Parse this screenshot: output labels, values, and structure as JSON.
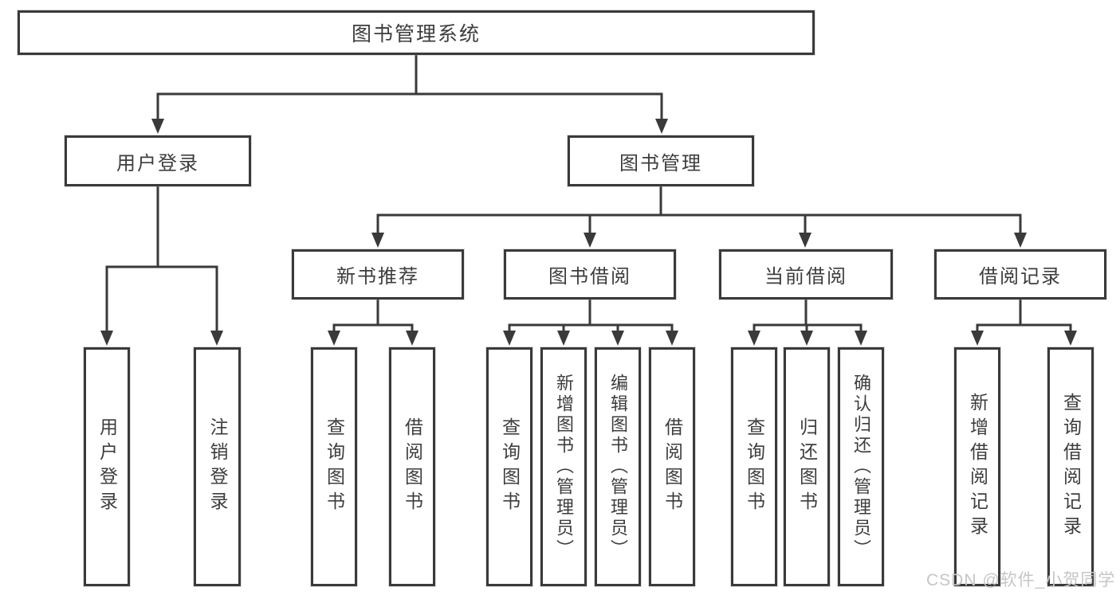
{
  "colors": {
    "line": "#3a3a3a",
    "text": "#3d3d3d",
    "boxbg": "#ffffff",
    "watermark": "#c6c6c6"
  },
  "watermark": {
    "text": "CSDN @软件_小贺同学"
  },
  "nodes": {
    "root": {
      "label": "图书管理系统"
    },
    "user_login": {
      "label": "用户登录"
    },
    "book_mgmt": {
      "label": "图书管理"
    },
    "new_book_rec": {
      "label": "新书推荐"
    },
    "book_borrow": {
      "label": "图书借阅"
    },
    "current_borrow": {
      "label": "当前借阅"
    },
    "borrow_records": {
      "label": "借阅记录"
    },
    "leaf_user_login": {
      "label": "用户登录"
    },
    "leaf_logout": {
      "label": "注销登录"
    },
    "leaf_nb_query": {
      "label": "查询图书"
    },
    "leaf_nb_borrow": {
      "label": "借阅图书"
    },
    "leaf_bb_query": {
      "label": "查询图书"
    },
    "leaf_bb_add": {
      "label": "新增图书（管理员）"
    },
    "leaf_bb_edit": {
      "label": "编辑图书（管理员）"
    },
    "leaf_bb_borrow": {
      "label": "借阅图书"
    },
    "leaf_cb_query": {
      "label": "查询图书"
    },
    "leaf_cb_return": {
      "label": "归还图书"
    },
    "leaf_cb_confirm": {
      "label": "确认归还（管理员）"
    },
    "leaf_br_add": {
      "label": "新增借阅记录"
    },
    "leaf_br_query": {
      "label": "查询借阅记录"
    }
  }
}
